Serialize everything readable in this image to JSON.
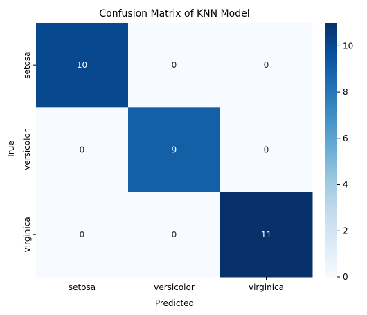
{
  "chart_data": {
    "type": "heatmap",
    "title": "Confusion Matrix of KNN Model",
    "xlabel": "Predicted",
    "ylabel": "True",
    "x_categories": [
      "setosa",
      "versicolor",
      "virginica"
    ],
    "y_categories": [
      "setosa",
      "versicolor",
      "virginica"
    ],
    "values": [
      [
        10,
        0,
        0
      ],
      [
        0,
        9,
        0
      ],
      [
        0,
        0,
        11
      ]
    ],
    "colorbar": {
      "ticks": [
        0,
        2,
        4,
        6,
        8,
        10
      ],
      "range": [
        0,
        11
      ],
      "colormap": "Blues"
    },
    "annotations": true
  }
}
